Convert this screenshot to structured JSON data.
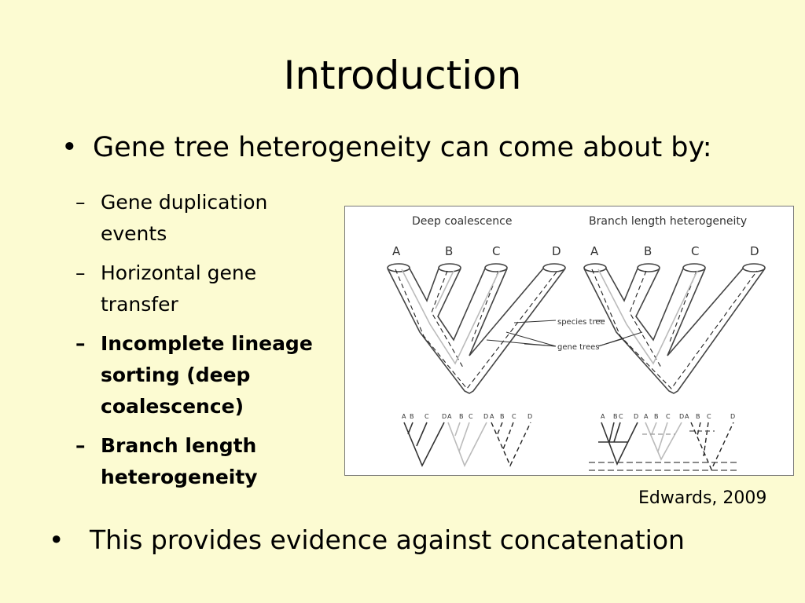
{
  "slide": {
    "title": "Introduction",
    "bullet_main": "Gene tree heterogeneity can come about by:",
    "sub_bullets": [
      {
        "text": "Gene duplication events",
        "bold": false
      },
      {
        "text": "Horizontal gene transfer",
        "bold": false
      },
      {
        "text": "Incomplete lineage sorting (deep coalescence)",
        "bold": true
      },
      {
        "text": "Branch length heterogeneity",
        "bold": true
      }
    ],
    "figure": {
      "panel_left_title": "Deep coalescence",
      "panel_right_title": "Branch length heterogeneity",
      "taxa": [
        "A",
        "B",
        "C",
        "D"
      ],
      "label_species_tree": "species tree",
      "label_gene_trees": "gene trees",
      "mini_taxa_labels": [
        "A",
        "B",
        "C",
        "D"
      ]
    },
    "credit": "Edwards, 2009",
    "bullet_bottom": "This provides evidence against concatenation",
    "bullet_symbol": "•",
    "dash_symbol": "–"
  }
}
